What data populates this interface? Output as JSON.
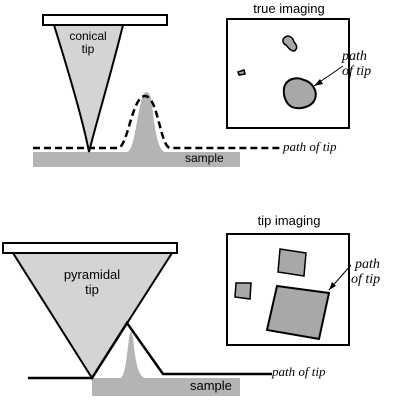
{
  "top": {
    "tip_label_line1": "conical",
    "tip_label_line2": "tip",
    "sample_label": "sample",
    "path_label": "path of tip",
    "panel_title": "true imaging",
    "panel_path_line1": "path",
    "panel_path_line2": "of tip"
  },
  "bottom": {
    "tip_label_line1": "pyramidal",
    "tip_label_line2": "tip",
    "sample_label": "sample",
    "path_label": "path of tip",
    "panel_title": "tip imaging",
    "panel_path_line1": "path",
    "panel_path_line2": "of tip"
  },
  "colors": {
    "tip_fill": "#d4d4d4",
    "sample_fill": "#b4b4b4",
    "feature_fill": "#a8a8a8",
    "outline": "#000000"
  }
}
